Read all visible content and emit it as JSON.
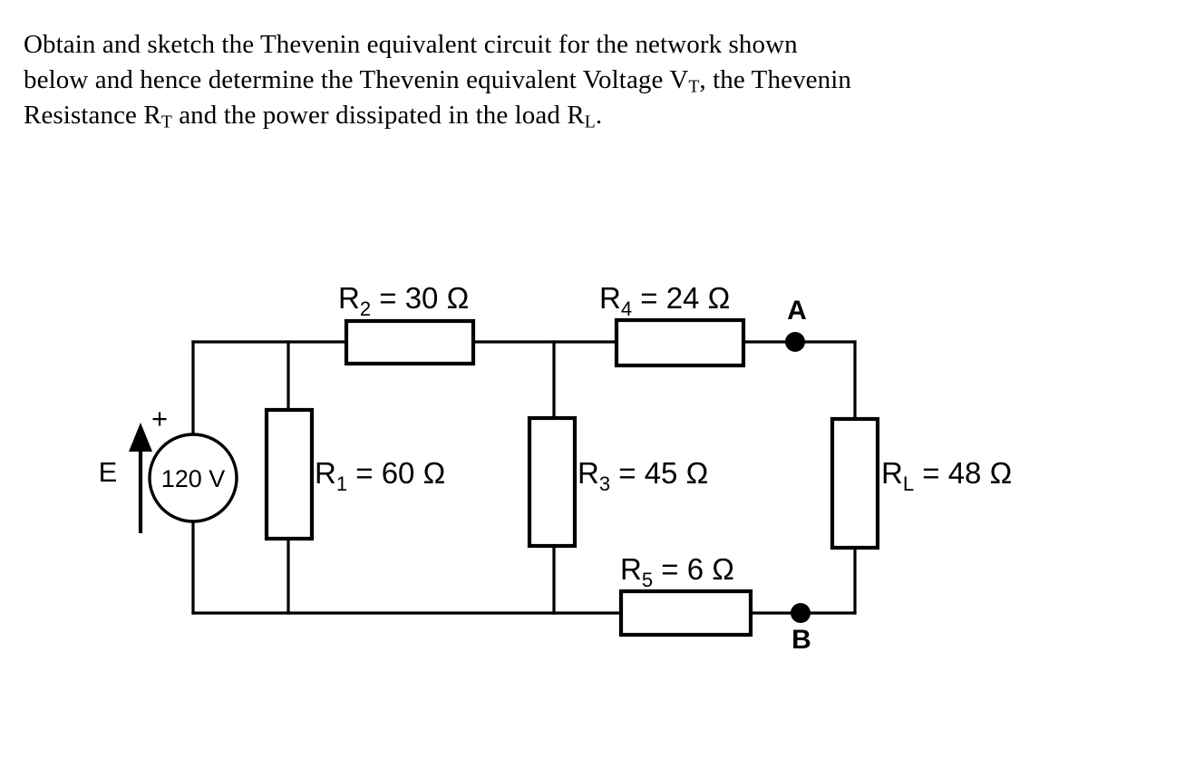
{
  "question": {
    "line1": "Obtain and sketch the Thevenin equivalent circuit for the network shown",
    "line2_a": "below and hence determine the Thevenin equivalent Voltage V",
    "line2_sub": "T",
    "line2_b": ", the Thevenin",
    "line3_a": "Resistance R",
    "line3_sub1": "T",
    "line3_b": " and the power dissipated in the load R",
    "line3_sub2": "L",
    "line3_c": "."
  },
  "circuit": {
    "source": {
      "symbol_label": "E",
      "polarity_label": "+",
      "value": "120 V"
    },
    "components": [
      {
        "id": "R1",
        "name": "R",
        "sub": "1",
        "eq": " = ",
        "value": "60",
        "unit": "Ω",
        "full": "R₁ = 60 Ω"
      },
      {
        "id": "R2",
        "name": "R",
        "sub": "2",
        "eq": " = ",
        "value": "30",
        "unit": "Ω",
        "full": "R₂ = 30 Ω"
      },
      {
        "id": "R3",
        "name": "R",
        "sub": "3",
        "eq": " = ",
        "value": "45",
        "unit": "Ω",
        "full": "R₃ = 45 Ω"
      },
      {
        "id": "R4",
        "name": "R",
        "sub": "4",
        "eq": " = ",
        "value": "24",
        "unit": "Ω",
        "full": "R₄ = 24 Ω"
      },
      {
        "id": "R5",
        "name": "R",
        "sub": "5",
        "eq": " = ",
        "value": "6",
        "unit": "Ω",
        "full": "R₅ = 6 Ω"
      },
      {
        "id": "RL",
        "name": "R",
        "sub": "L",
        "eq": " = ",
        "value": "48",
        "unit": "Ω",
        "full": "Rʟ = 48 Ω"
      }
    ],
    "terminals": [
      {
        "id": "A",
        "label": "A"
      },
      {
        "id": "B",
        "label": "B"
      }
    ]
  },
  "colors": {
    "ink": "#000000",
    "paper": "#ffffff"
  }
}
